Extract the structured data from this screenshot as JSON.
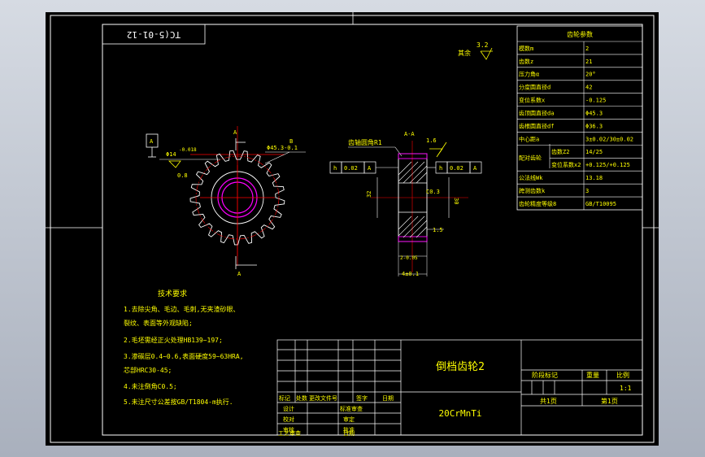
{
  "drawing_number": "TC(5-01-12",
  "roughness": {
    "value": "3.2",
    "label": "其余"
  },
  "parameter_table": {
    "title": "齿轮参数",
    "rows": [
      {
        "name": "模数m",
        "value": "2"
      },
      {
        "name": "齿数z",
        "value": "21"
      },
      {
        "name": "压力角α",
        "value": "20°"
      },
      {
        "name": "分度圆直径d",
        "value": "42"
      },
      {
        "name": "变位系数x",
        "value": "-0.125"
      },
      {
        "name": "齿顶圆直径da",
        "value": "Φ45.3"
      },
      {
        "name": "齿根圆直径df",
        "value": "Φ36.3"
      },
      {
        "name": "中心距a",
        "value": "3±0.02/30±0.02"
      },
      {
        "group": "配对齿轮",
        "name": "齿数Z2",
        "value": "14/25"
      },
      {
        "group": "配对齿轮",
        "name": "变位系数x2",
        "value": "+0.125/+0.125"
      },
      {
        "name": "公法线Wk",
        "value": "13.18"
      },
      {
        "name": "跨测齿数k",
        "value": "3"
      },
      {
        "name": "齿轮精度等级8",
        "value": "GB/T10095"
      }
    ]
  },
  "front_view": {
    "callouts": [
      "A",
      "A",
      "B",
      "Φ45.3-0.1",
      "Φ14",
      "-0.018",
      "0.8"
    ],
    "tolerance_frame_datum": "A"
  },
  "section_view": {
    "title": "A-A",
    "callouts": [
      "齿轴圆角R1",
      "1.6",
      "h",
      "0.02",
      "A",
      "h",
      "0.02",
      "A",
      "C0.3",
      "32",
      "30",
      "1.5",
      "2-0.05",
      "4±0.1"
    ]
  },
  "tech_requirements": {
    "title": "技术要求",
    "items": [
      "1.去除尖角、毛边、毛刺,无夹渣砂眼、",
      "  裂纹、表面等外观缺陷;",
      "2.毛坯需经正火处理HB139~197;",
      "3.渗碳层0.4~0.6,表面硬度59~63HRA,",
      "芯部HRC30-45;",
      "4.未注倒角C0.5;",
      "5.未注尺寸公差按GB/T1804-m执行."
    ]
  },
  "title_block": {
    "part_name": "倒档齿轮2",
    "material": "20CrMnTi",
    "stage_mark_label": "阶段标记",
    "weight_label": "重量",
    "scale_label": "比例",
    "scale_value": "1:1",
    "sheets_total": "共1页",
    "sheet_number": "第1页",
    "change_row": [
      "标记",
      "处数",
      "更改文件号",
      "签字",
      "日期"
    ],
    "roles_left": [
      "设计",
      "校对",
      "审核",
      "工艺审查"
    ],
    "roles_right": [
      "标准审查",
      "审定",
      "批准",
      "日期"
    ]
  }
}
